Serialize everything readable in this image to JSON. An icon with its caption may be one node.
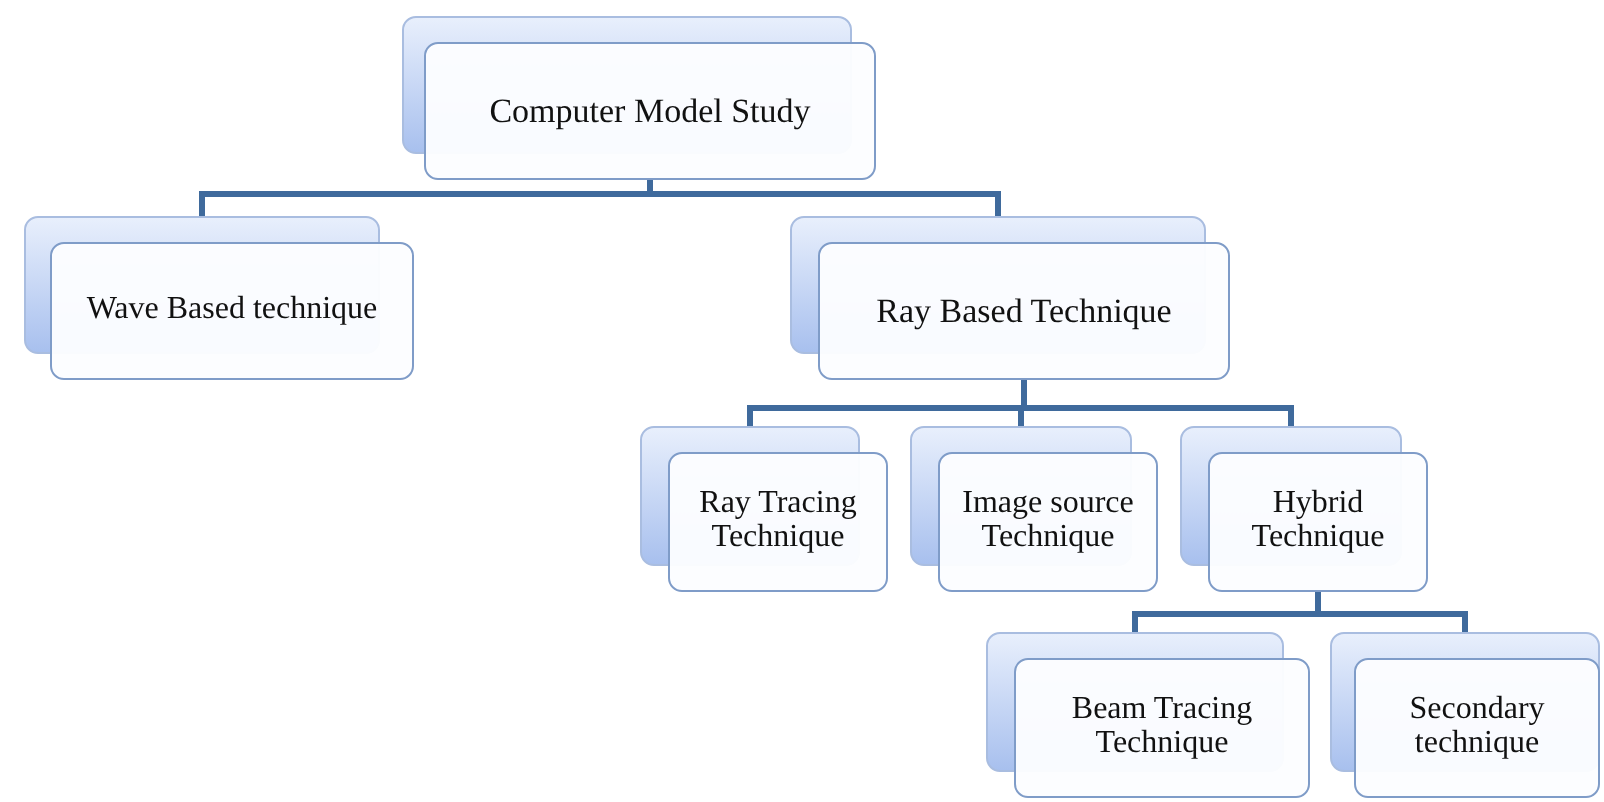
{
  "diagram": {
    "nodes": [
      {
        "text": [
          "Computer Model Study"
        ]
      },
      {
        "text": [
          "Wave Based technique"
        ]
      },
      {
        "text": [
          "Ray Based Technique"
        ]
      },
      {
        "text": [
          "Ray Tracing Technique"
        ]
      },
      {
        "text": [
          "Image source Technique"
        ]
      },
      {
        "text": [
          "Hybrid Technique"
        ]
      },
      {
        "text": [
          "Beam Tracing Technique"
        ]
      },
      {
        "text": [
          "Secondary technique"
        ]
      }
    ],
    "edges": [
      {
        "from": 0,
        "to": 1,
        "arrow": "none"
      },
      {
        "from": 0,
        "to": 2,
        "arrow": "none"
      },
      {
        "from": 2,
        "to": 3,
        "arrow": "none"
      },
      {
        "from": 2,
        "to": 4,
        "arrow": "none"
      },
      {
        "from": 2,
        "to": 5,
        "arrow": "none"
      },
      {
        "from": 5,
        "to": 6,
        "arrow": "none"
      },
      {
        "from": 5,
        "to": 7,
        "arrow": "none"
      }
    ]
  }
}
